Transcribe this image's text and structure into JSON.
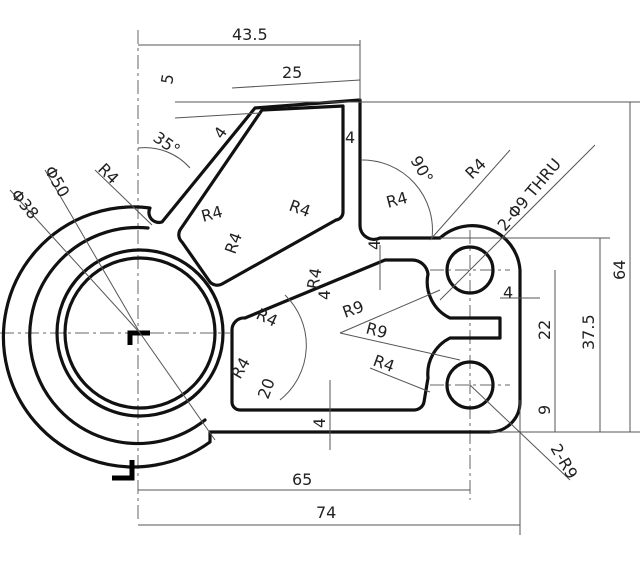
{
  "drawing": {
    "dimensions": {
      "top_width": "43.5",
      "slot_top": "25",
      "top_offset": "5",
      "arm_angle": "35°",
      "arm_width": "4",
      "r_arm_join": "R4",
      "dia_outer": "Φ50",
      "dia_inner": "Φ38",
      "rib_width": "4",
      "angle_90": "90°",
      "r_corner_top": "R4",
      "r_lug": "R4",
      "holes": "2-Φ9 THRU",
      "r_pocket_a": "R4",
      "r_pocket_b": "R4",
      "r_pocket_c": "R4",
      "r_pocket_d": "R4",
      "r_pocket_e": "R4",
      "rib_thick": "4",
      "rib_thick2": "4",
      "lug_gap": "4",
      "r9_upper": "R9",
      "r9_lower": "R9",
      "r4_lower": "R4",
      "r4_left": "R4",
      "angle_20": "20",
      "bottom_wall": "4",
      "hole_spacing": "22",
      "height_375": "37.5",
      "height_64": "64",
      "hole_bottom": "9",
      "len_65": "65",
      "len_74": "74",
      "r_corners": "2-R9"
    }
  }
}
